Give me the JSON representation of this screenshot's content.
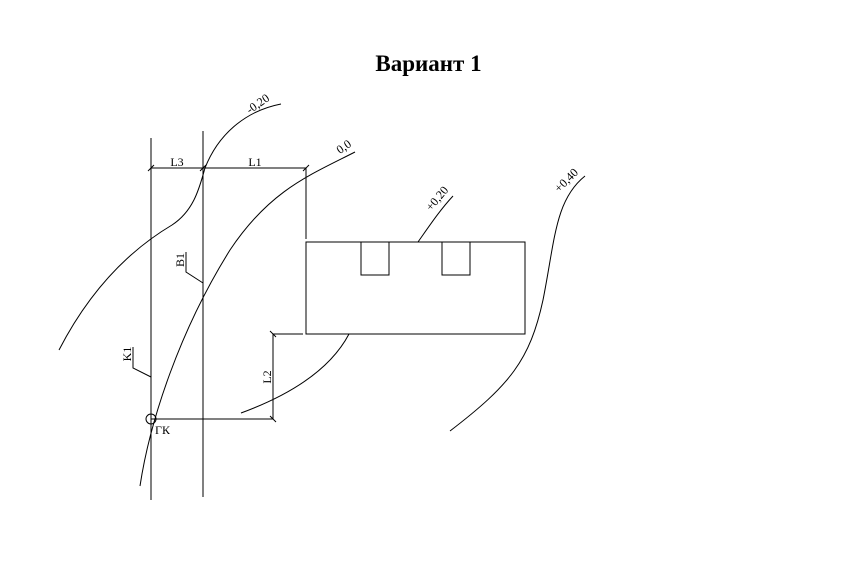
{
  "title": "Вариант 1",
  "dimensions": {
    "l3": "L3",
    "l1": "L1",
    "l2": "L2",
    "b1": "B1",
    "k1": "K1"
  },
  "point_label": "ГК",
  "contours": [
    {
      "label": "-0,20"
    },
    {
      "label": "0,0"
    },
    {
      "label": "+0,20"
    },
    {
      "label": "+0,40"
    }
  ]
}
